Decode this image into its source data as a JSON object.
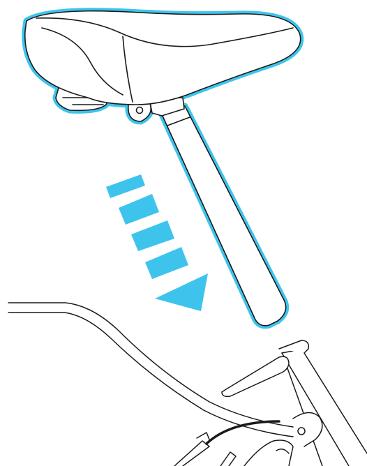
{
  "diagram": {
    "highlight_color": "#3ec4ec",
    "line_color": "#1a1a1a",
    "background_color": "#ffffff",
    "step_parts": [
      {
        "name": "saddle-with-seatpost",
        "highlighted": true
      },
      {
        "name": "seat-tube-with-clamp",
        "highlighted": false
      },
      {
        "name": "frame-top-tube",
        "highlighted": false
      }
    ],
    "arrow_direction": "down-right",
    "arrow_dash_count": 4
  }
}
